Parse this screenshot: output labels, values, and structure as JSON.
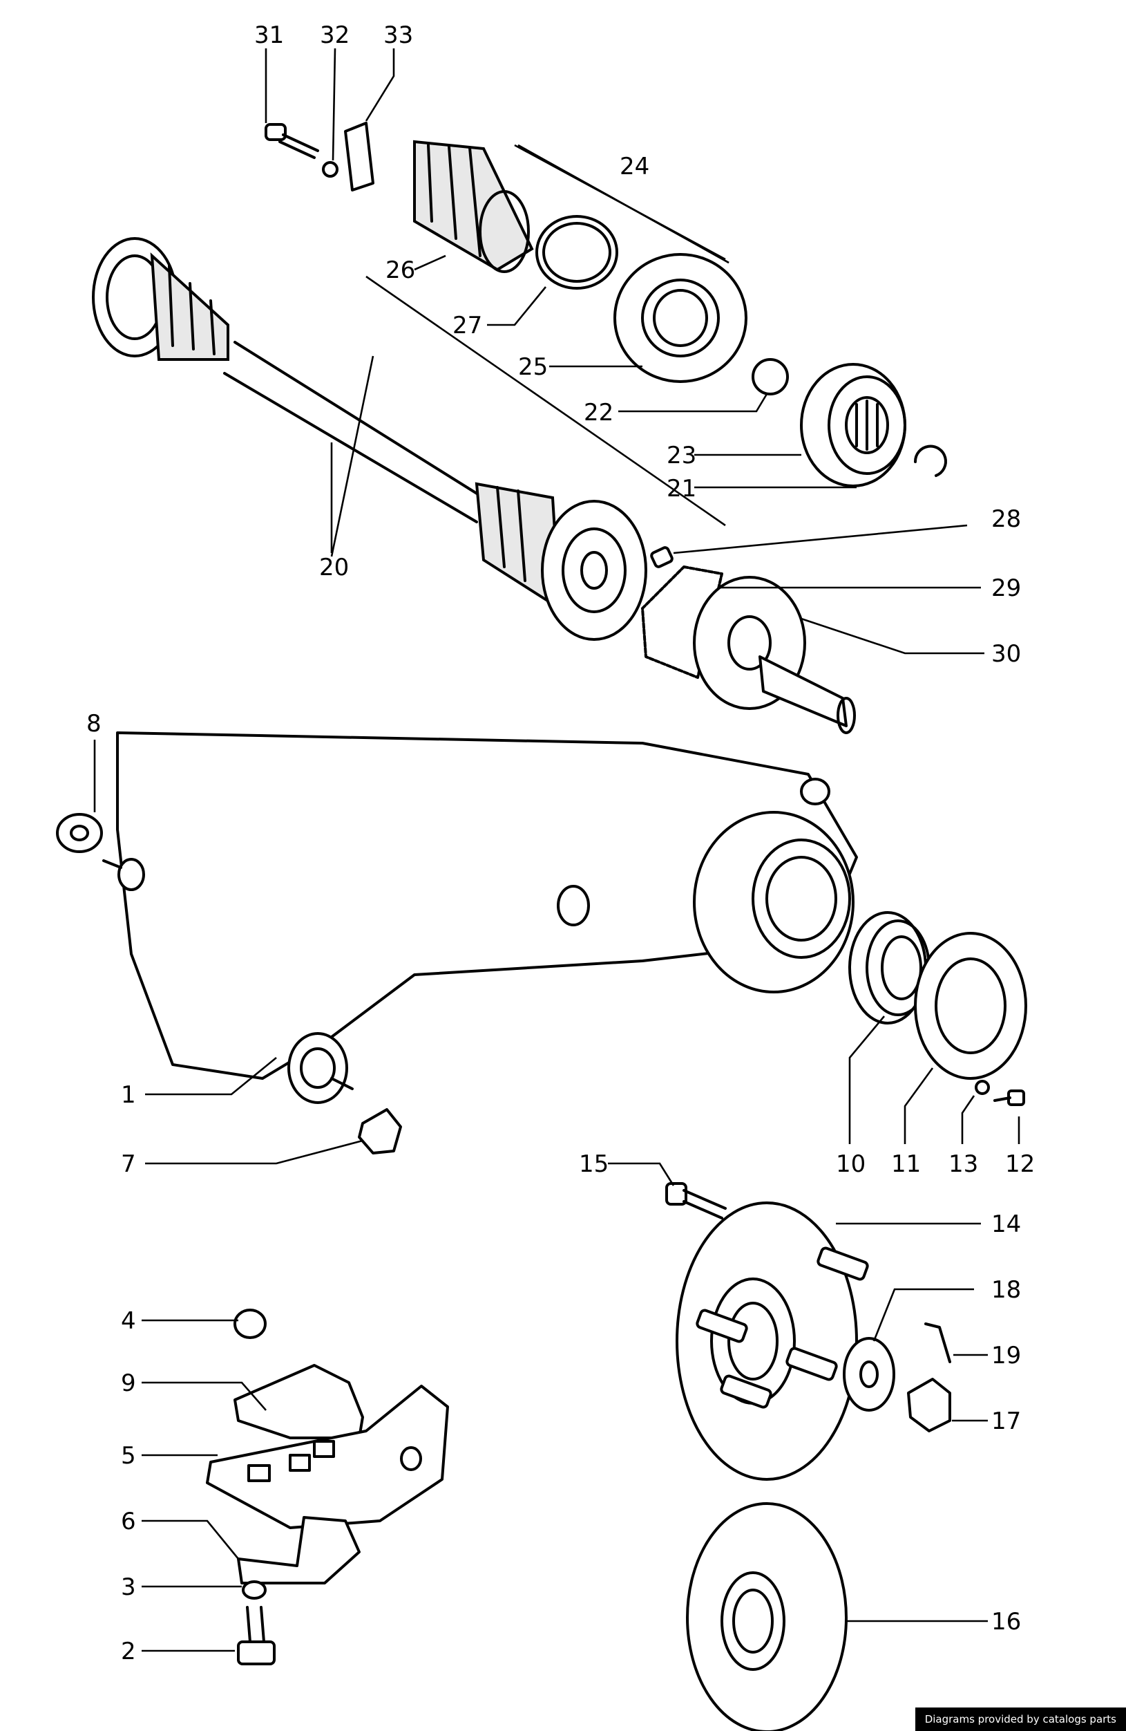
{
  "callouts": [
    "1",
    "2",
    "3",
    "4",
    "5",
    "6",
    "7",
    "8",
    "9",
    "10",
    "11",
    "12",
    "13",
    "14",
    "15",
    "16",
    "17",
    "18",
    "19",
    "20",
    "21",
    "22",
    "23",
    "24",
    "25",
    "26",
    "27",
    "28",
    "29",
    "30",
    "31",
    "32",
    "33"
  ],
  "credit": "Diagrams provided by catalogs parts"
}
